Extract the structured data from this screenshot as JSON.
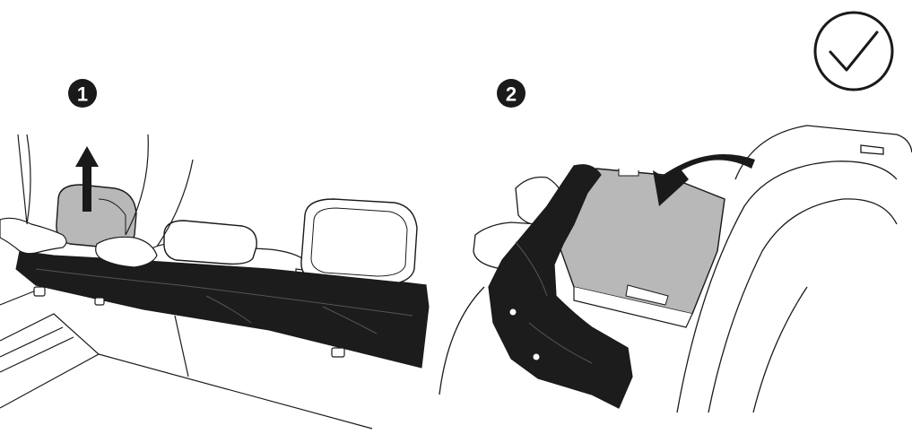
{
  "figure": {
    "steps": [
      {
        "number": "1",
        "action": "lift-cover-upward"
      },
      {
        "number": "2",
        "action": "fold-cover-back-onto-parcel-shelf"
      }
    ],
    "check_icon": "checkmark-circle-icon",
    "colors": {
      "line": "#1a1a1a",
      "cover": "#1c1c1c",
      "shelf_fill": "#b8b8b8",
      "arrow_fill": "#1a1a1a",
      "headrest_fill": "#ffffff",
      "background": "#ffffff"
    }
  }
}
